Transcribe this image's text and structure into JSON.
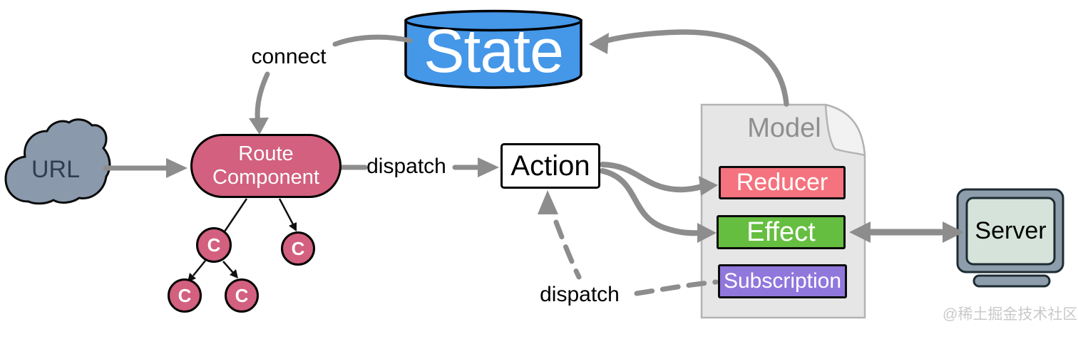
{
  "nodes": {
    "state": {
      "label": "State",
      "color": "#4597e8"
    },
    "url": {
      "label": "URL",
      "color": "#8a99ab"
    },
    "route_component": {
      "label": "Route Component",
      "color": "#d2607e"
    },
    "action": {
      "label": "Action",
      "color": "#ffffff"
    },
    "model": {
      "label": "Model",
      "color": "#e6e6e6",
      "items": [
        {
          "label": "Reducer",
          "color": "#f4737e"
        },
        {
          "label": "Effect",
          "color": "#66be41"
        },
        {
          "label": "Subscription",
          "color": "#9077dc"
        }
      ]
    },
    "server": {
      "label": "Server",
      "frame_color": "#8d9dac",
      "screen_color": "#d5e3da"
    },
    "components": {
      "labels": [
        "C",
        "C",
        "C",
        "C"
      ]
    }
  },
  "edges": {
    "connect_label": "connect",
    "dispatch_label": "dispatch",
    "subscription_dispatch_label": "dispatch"
  },
  "watermark": "@稀土掘金技术社区",
  "colors": {
    "arrow_gray": "#8d8d8d",
    "tree_arrow_black": "#111111",
    "model_text_gray": "#8e8e8e"
  }
}
